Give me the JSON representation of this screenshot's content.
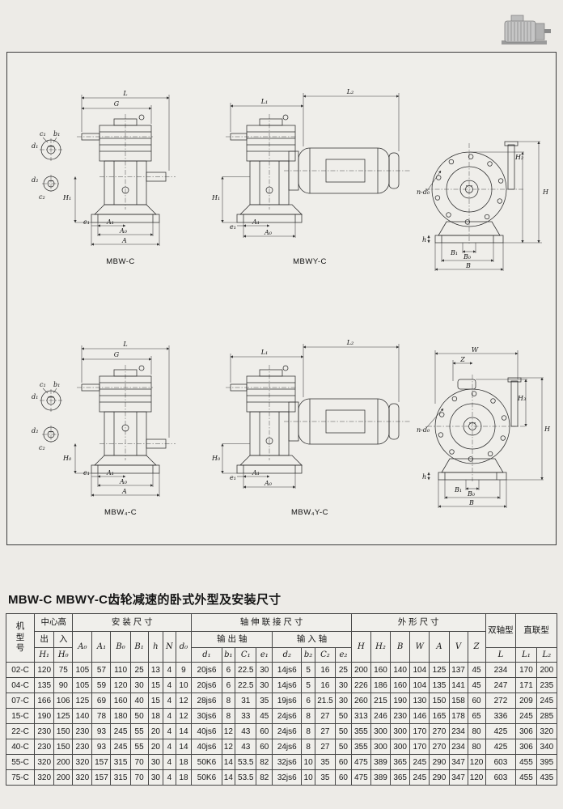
{
  "title": "MBW-C MBWY-C齿轮减速的卧式外型及安装尺寸",
  "drawings": {
    "mbwc": {
      "caption": "MBW-C",
      "dims": {
        "L": "L",
        "G": "G",
        "c1": "c₁",
        "b1": "b₁",
        "d1": "d₁",
        "d2": "d₂",
        "c2": "c₂",
        "H1": "H₁",
        "e1": "e₁",
        "A1": "A₁",
        "A0": "A₀",
        "A": "A"
      }
    },
    "mbwyc": {
      "caption": "MBWY-C",
      "dims": {
        "L1": "L₁",
        "L2": "L₂",
        "H1": "H₁",
        "e1": "e₁",
        "A1": "A₁",
        "A0": "A₀"
      }
    },
    "end_top": {
      "dims": {
        "ndo": "n-d₀",
        "h": "h",
        "B1": "B₁",
        "B0": "B₀",
        "B": "B",
        "H2": "H₂",
        "H": "H"
      }
    },
    "mbw4c": {
      "caption": "MBW₄-C",
      "dims": {
        "L": "L",
        "G": "G",
        "c1": "c₁",
        "b1": "b₁",
        "d1": "d₁",
        "d2": "d₂",
        "c2": "c₂",
        "H0": "H₀",
        "e1": "e₁",
        "A1": "A₁",
        "A0": "A₀",
        "A": "A"
      }
    },
    "mbw4yc": {
      "caption": "MBW₄Y-C",
      "dims": {
        "L1": "L₁",
        "L2": "L₂",
        "H0": "H₀",
        "e1": "e₁",
        "A1": "A₁",
        "A0": "A₀"
      }
    },
    "end_bottom": {
      "dims": {
        "W": "W",
        "Z": "Z",
        "H3": "H₃",
        "H": "H",
        "ndo": "n-d₀",
        "h": "h",
        "B1": "B₁",
        "B0": "B₀",
        "B": "B"
      }
    }
  },
  "table": {
    "header": {
      "model": "机\n型\n号",
      "center_height": "中心高",
      "out": "出",
      "in": "入",
      "h1": "H₁",
      "h0": "H₀",
      "install": "安  装  尺  寸",
      "install_cols": [
        "A₀",
        "A₁",
        "B₀",
        "B₁",
        "h",
        "N",
        "d₀"
      ],
      "shaft": "轴  伸  联  接  尺  寸",
      "out_shaft": "输 出 轴",
      "in_shaft": "输 入 轴",
      "out_cols": [
        "d₁",
        "b₁",
        "C₁",
        "e₁"
      ],
      "in_cols": [
        "d₂",
        "b₂",
        "C₂",
        "e₂"
      ],
      "outline": "外  形  尺  寸",
      "outline_cols": [
        "H",
        "H₂",
        "B",
        "W",
        "A",
        "V",
        "Z"
      ],
      "dual": "双轴型",
      "direct": "直联型",
      "L": "L",
      "L1": "L₁",
      "L2": "L₂"
    },
    "rows": [
      [
        "02-C",
        "120",
        "75",
        "105",
        "57",
        "110",
        "25",
        "13",
        "4",
        "9",
        "20js6",
        "6",
        "22.5",
        "30",
        "14js6",
        "5",
        "16",
        "25",
        "200",
        "160",
        "140",
        "104",
        "125",
        "137",
        "45",
        "234",
        "170",
        "200"
      ],
      [
        "04-C",
        "135",
        "90",
        "105",
        "59",
        "120",
        "30",
        "15",
        "4",
        "10",
        "20js6",
        "6",
        "22.5",
        "30",
        "14js6",
        "5",
        "16",
        "30",
        "226",
        "186",
        "160",
        "104",
        "135",
        "141",
        "45",
        "247",
        "171",
        "235"
      ],
      [
        "07-C",
        "166",
        "106",
        "125",
        "69",
        "160",
        "40",
        "15",
        "4",
        "12",
        "28js6",
        "8",
        "31",
        "35",
        "19js6",
        "6",
        "21.5",
        "30",
        "260",
        "215",
        "190",
        "130",
        "150",
        "158",
        "60",
        "272",
        "209",
        "245"
      ],
      [
        "15-C",
        "190",
        "125",
        "140",
        "78",
        "180",
        "50",
        "18",
        "4",
        "12",
        "30js6",
        "8",
        "33",
        "45",
        "24js6",
        "8",
        "27",
        "50",
        "313",
        "246",
        "230",
        "146",
        "165",
        "178",
        "65",
        "336",
        "245",
        "285"
      ],
      [
        "22-C",
        "230",
        "150",
        "230",
        "93",
        "245",
        "55",
        "20",
        "4",
        "14",
        "40js6",
        "12",
        "43",
        "60",
        "24js6",
        "8",
        "27",
        "50",
        "355",
        "300",
        "300",
        "170",
        "270",
        "234",
        "80",
        "425",
        "306",
        "320"
      ],
      [
        "40-C",
        "230",
        "150",
        "230",
        "93",
        "245",
        "55",
        "20",
        "4",
        "14",
        "40js6",
        "12",
        "43",
        "60",
        "24js6",
        "8",
        "27",
        "50",
        "355",
        "300",
        "300",
        "170",
        "270",
        "234",
        "80",
        "425",
        "306",
        "340"
      ],
      [
        "55-C",
        "320",
        "200",
        "320",
        "157",
        "315",
        "70",
        "30",
        "4",
        "18",
        "50K6",
        "14",
        "53.5",
        "82",
        "32js6",
        "10",
        "35",
        "60",
        "475",
        "389",
        "365",
        "245",
        "290",
        "347",
        "120",
        "603",
        "455",
        "395"
      ],
      [
        "75-C",
        "320",
        "200",
        "320",
        "157",
        "315",
        "70",
        "30",
        "4",
        "18",
        "50K6",
        "14",
        "53.5",
        "82",
        "32js6",
        "10",
        "35",
        "60",
        "475",
        "389",
        "365",
        "245",
        "290",
        "347",
        "120",
        "603",
        "455",
        "435"
      ]
    ]
  }
}
